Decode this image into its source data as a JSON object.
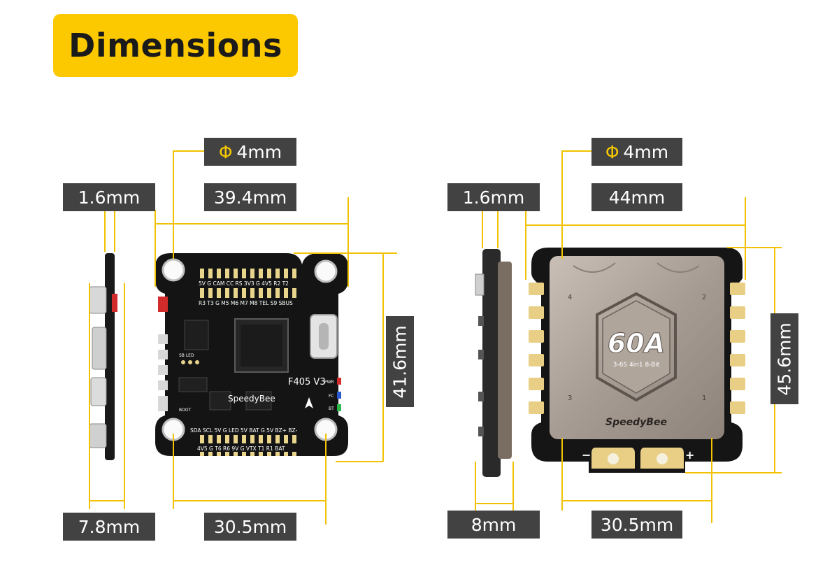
{
  "title": "Dimensions",
  "fc": {
    "hole": {
      "symbol": "Φ",
      "value": "4mm"
    },
    "thickness": "1.6mm",
    "width": "39.4mm",
    "height": "41.6mm",
    "side_height": "7.8mm",
    "mount_spacing": "30.5mm",
    "board": {
      "name": "F405 V3",
      "brand": "SpeedyBee",
      "pins_top": "5V  G  CAM CC RS 3V3  G  4V5 R2  T2",
      "pins_top2": "R3  T3  G  M5  M6  M7  M8 TEL  S9 SBUS",
      "pins_bottom": "SDA SCL 5V  G  LED 5V BAT  G   5V  BZ+ BZ-",
      "pins_bottom2": "4V5  G   T6  R6  9V  G  VTX T1  R1 BAT",
      "led_pwr": "PWR",
      "led_fc": "FC",
      "led_bt": "BT",
      "sb_led": "SB LED",
      "boot": "BOOT"
    }
  },
  "esc": {
    "hole": {
      "symbol": "Φ",
      "value": "4mm"
    },
    "thickness": "1.6mm",
    "width": "44mm",
    "height": "45.6mm",
    "side_height": "8mm",
    "mount_spacing": "30.5mm",
    "board": {
      "rating": "60A",
      "spec": "3-6S 4in1 8-Bit",
      "brand": "SpeedyBee",
      "motor_labels": [
        "4",
        "2",
        "3",
        "1"
      ],
      "minus": "−",
      "plus": "+"
    }
  },
  "colors": {
    "accent": "#fcc800",
    "label_bg": "#424242",
    "pcb": "#151515",
    "pad": "#e8d48a",
    "line": "#f2c200"
  }
}
